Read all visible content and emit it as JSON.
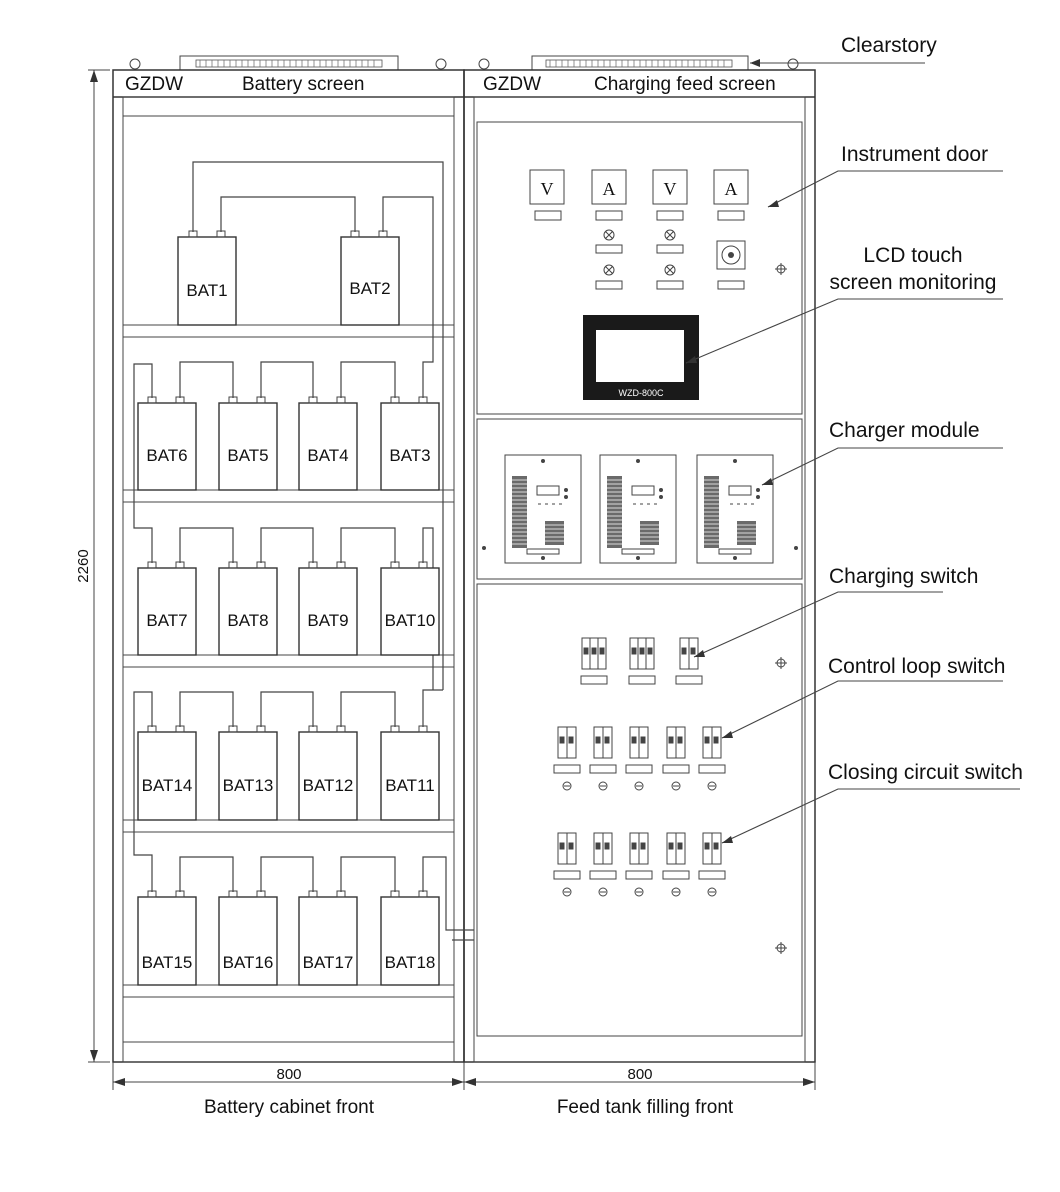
{
  "headers": {
    "brand_left": "GZDW",
    "title_left": "Battery screen",
    "brand_right": "GZDW",
    "title_right": "Charging feed screen"
  },
  "callouts": {
    "clearstory": "Clearstory",
    "instrument_door": "Instrument door",
    "lcd_line1": "LCD touch",
    "lcd_line2": "screen monitoring",
    "charger_module": "Charger module",
    "charging_switch": "Charging switch",
    "control_loop_switch": "Control loop switch",
    "closing_circuit_switch": "Closing circuit switch"
  },
  "dimensions": {
    "height": "2260",
    "width_left": "800",
    "width_right": "800"
  },
  "captions": {
    "left": "Battery cabinet front",
    "right": "Feed tank filling front"
  },
  "lcd_model": "WZD-800C",
  "meters": [
    "V",
    "A",
    "V",
    "A"
  ],
  "batteries": {
    "row1": [
      "BAT1",
      "BAT2"
    ],
    "row2": [
      "BAT6",
      "BAT5",
      "BAT4",
      "BAT3"
    ],
    "row3": [
      "BAT7",
      "BAT8",
      "BAT9",
      "BAT10"
    ],
    "row4": [
      "BAT14",
      "BAT13",
      "BAT12",
      "BAT11"
    ],
    "row5": [
      "BAT15",
      "BAT16",
      "BAT17",
      "BAT18"
    ]
  }
}
